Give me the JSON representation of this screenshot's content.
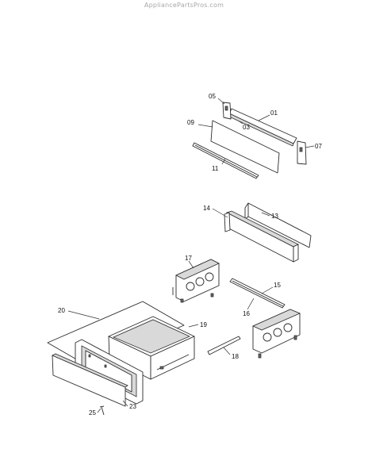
{
  "watermark": "AppliancePartsPros.com",
  "callouts": {
    "p05": "05",
    "p01": "01",
    "p09": "09",
    "p03": "03",
    "p07": "07",
    "p11": "11",
    "p14": "14",
    "p13": "13",
    "p17": "17",
    "p15": "15",
    "p16": "16",
    "p20": "20",
    "p19": "19",
    "p18": "18",
    "p23": "23",
    "p25": "25"
  }
}
